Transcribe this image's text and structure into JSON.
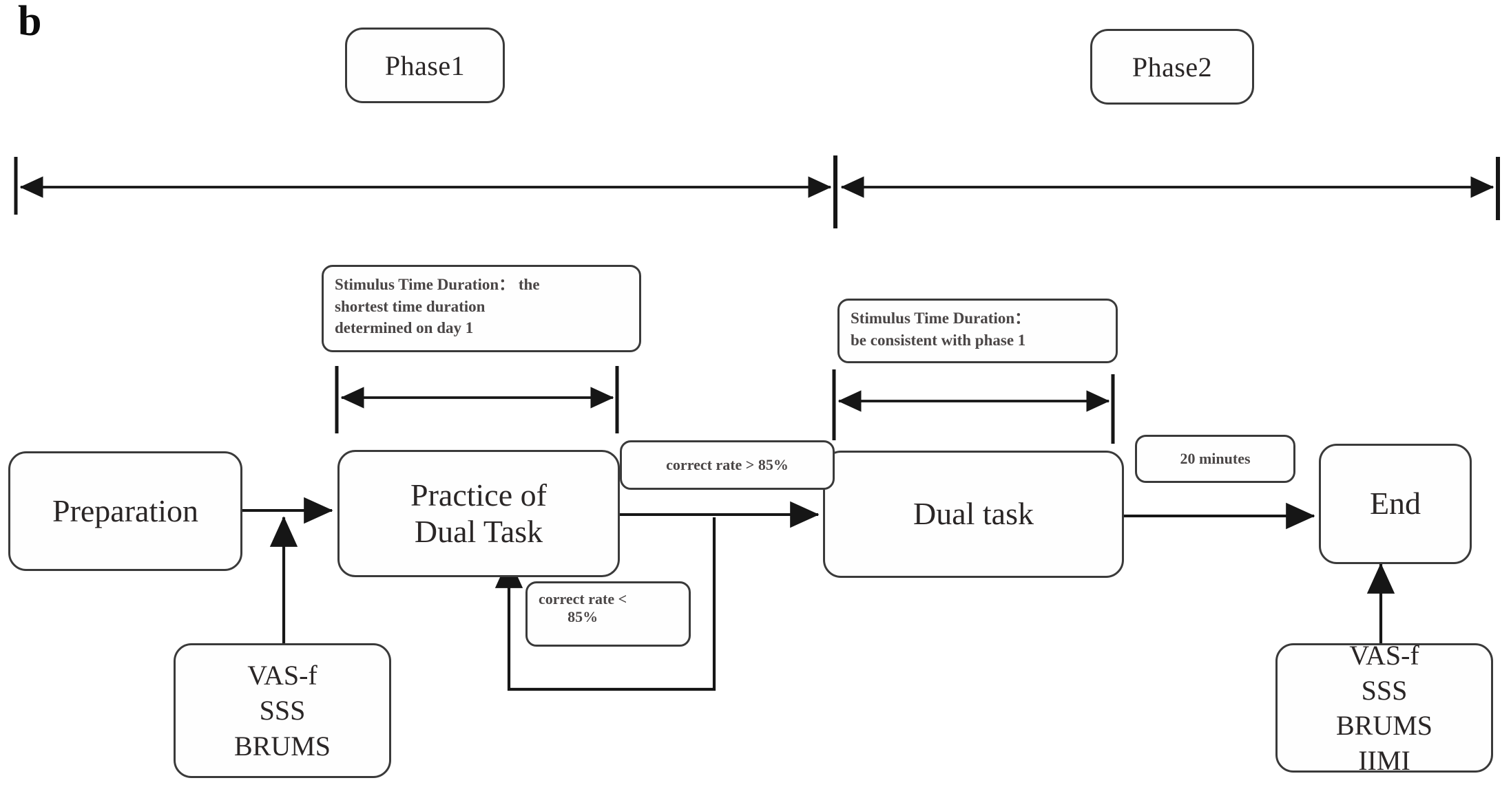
{
  "figure": {
    "panel_letter": "b",
    "type": "flowchart",
    "description": "Experimental protocol timeline split into Phase1 and Phase2"
  },
  "timeline": {
    "phases": [
      {
        "id": "phase1",
        "label": "Phase1"
      },
      {
        "id": "phase2",
        "label": "Phase2"
      }
    ],
    "divider_present": true,
    "endpoints": [
      "start-tick",
      "mid-tick",
      "end-tick"
    ]
  },
  "notes": {
    "phase1_stimulus": {
      "line1": "Stimulus Time Duration： the",
      "line2": "shortest time duration",
      "line3": "determined on day 1"
    },
    "phase2_stimulus": {
      "line1": "Stimulus Time Duration：",
      "line2": "be consistent with phase 1"
    }
  },
  "flow": {
    "nodes": [
      {
        "id": "preparation",
        "label": "Preparation"
      },
      {
        "id": "practice",
        "label_line1": "Practice of",
        "label_line2": "Dual Task"
      },
      {
        "id": "dual_task",
        "label": "Dual task"
      },
      {
        "id": "end",
        "label": "End"
      }
    ],
    "edge_labels": {
      "pass": "correct rate > 85%",
      "fail_line1": "correct rate <",
      "fail_line2": "85%",
      "rest": "20 minutes"
    }
  },
  "questionnaires": {
    "pre": {
      "items": [
        "VAS-f",
        "SSS",
        "BRUMS"
      ],
      "line1": "VAS-f",
      "line2": "SSS",
      "line3": "BRUMS"
    },
    "post": {
      "items": [
        "VAS-f",
        "SSS",
        "BRUMS",
        "IIMI"
      ],
      "line1": "VAS-f",
      "line2": "SSS",
      "line3": "BRUMS",
      "line4": "IIMI"
    }
  },
  "colors": {
    "stroke": "#3a3a3a",
    "text": "#2a2626",
    "background": "#ffffff"
  }
}
